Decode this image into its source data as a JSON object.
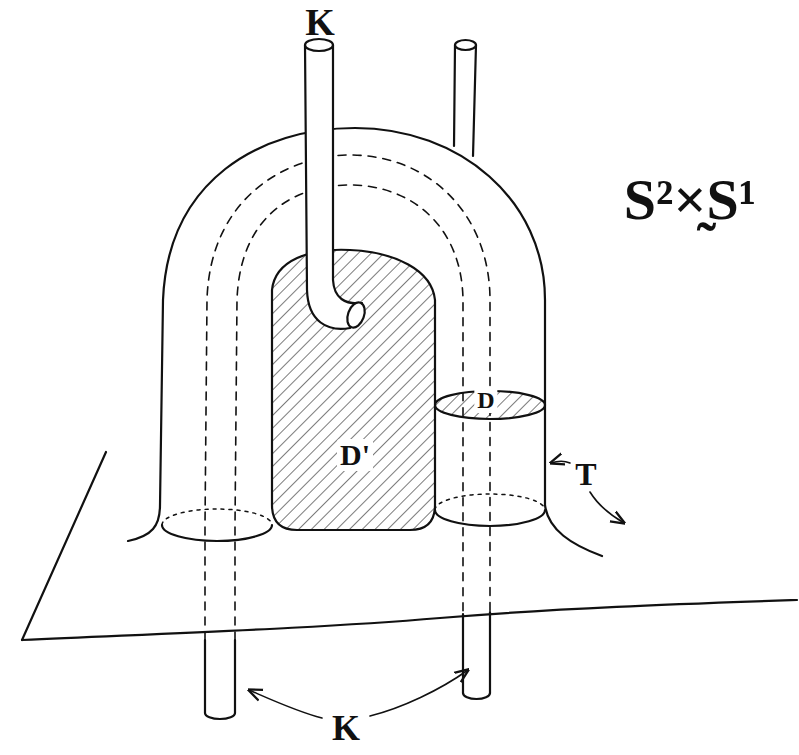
{
  "diagram": {
    "labels": [
      "K",
      "S²×̰S¹",
      "D'",
      "D",
      "T",
      "K"
    ]
  }
}
